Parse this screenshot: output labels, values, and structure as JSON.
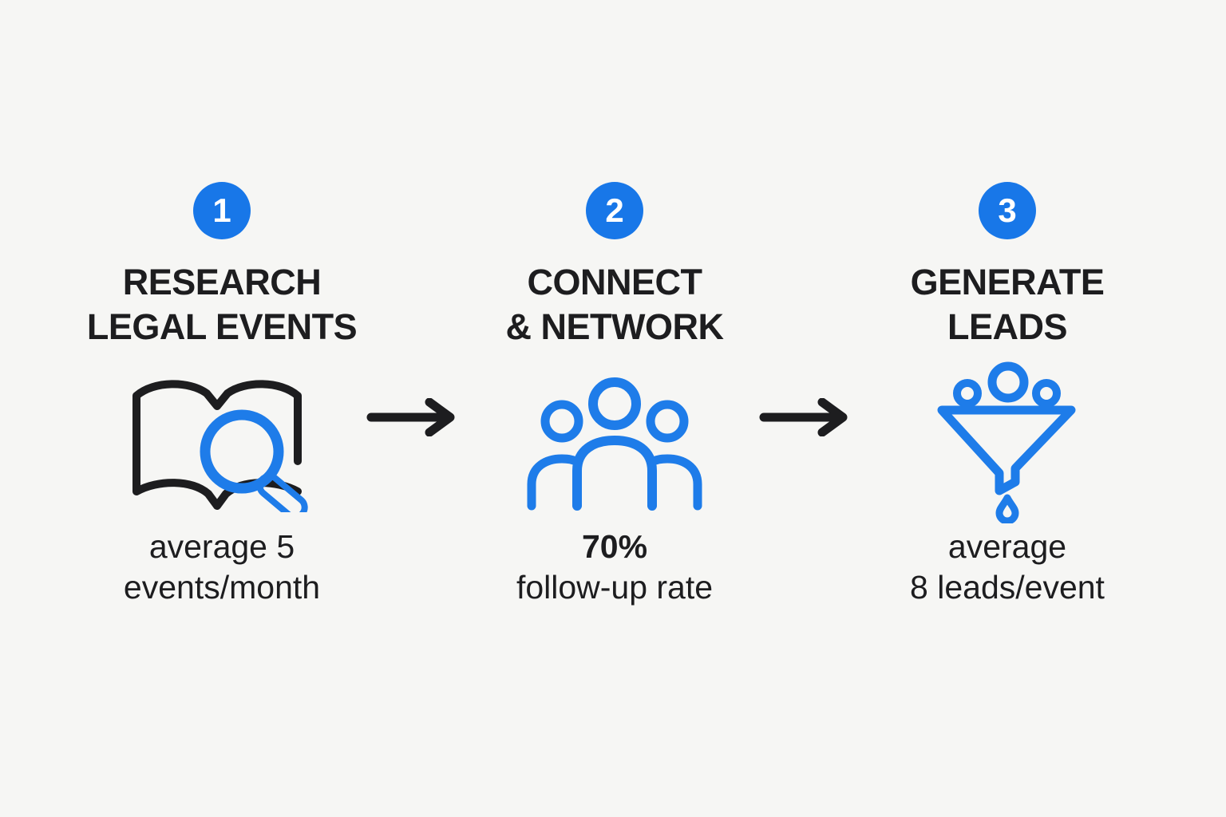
{
  "diagram": {
    "kind": "three-step-process-infographic",
    "colors": {
      "page_bg": "#f6f6f4",
      "ink": "#1d1d1f",
      "accent_blue": "#1877e8",
      "icon_blue": "#1e7ce9"
    },
    "connector_icon": "right-arrow-icon"
  },
  "steps": [
    {
      "number": "1",
      "title_line1": "RESEARCH",
      "title_line2": "LEGAL EVENTS",
      "icon": "open-book-magnifier-icon",
      "stat_line1": "average 5",
      "stat_line2": "events/month"
    },
    {
      "number": "2",
      "title_line1": "CONNECT",
      "title_line2": "& NETWORK",
      "icon": "people-group-icon",
      "stat_line1": "70%",
      "stat_line2": "follow-up rate"
    },
    {
      "number": "3",
      "title_line1": "GENERATE",
      "title_line2": "LEADS",
      "icon": "lead-funnel-icon",
      "stat_line1": "average",
      "stat_line2": "8 leads/event"
    }
  ]
}
